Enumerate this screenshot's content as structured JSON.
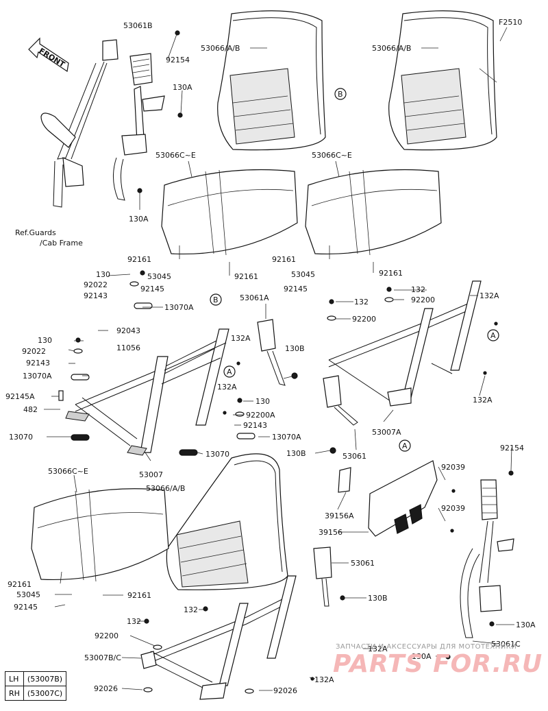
{
  "figure_code": "F2510",
  "front_label": "FRONT",
  "reference_note": [
    "Ref.Guards",
    "/Cab Frame"
  ],
  "labels": {
    "p53061B": "53061B",
    "p92154_top": "92154",
    "p130A_1": "130A",
    "p130A_2": "130A",
    "p53066_1": "53066/A/B",
    "p53066_2": "53066/A/B",
    "p53066_3": "53066/A/B",
    "callout_B_1": "B",
    "callout_B_2": "B",
    "callout_A_1": "A",
    "callout_A_2": "A",
    "callout_A_3": "A",
    "p53066C_1": "53066C~E",
    "p53066C_2": "53066C~E",
    "p53066C_3": "53066C~E",
    "p92161_1": "92161",
    "p92161_2": "92161",
    "p92161_3": "92161",
    "p92161_4": "92161",
    "p92161_5": "92161",
    "p92161_6": "92161",
    "p130_1": "130",
    "p92022_1": "92022",
    "p92143_1": "92143",
    "p53045_1": "53045",
    "p92145_1": "92145",
    "p53045_2": "53045",
    "p92145_2": "92145",
    "p53045_3": "53045",
    "p92145_3": "92145",
    "p13070A_1": "13070A",
    "p53061A": "53061A",
    "p132_1": "132",
    "p92200_1": "92200",
    "p132_2": "132",
    "p92200_2": "92200",
    "p132A_1": "132A",
    "p132A_2": "132A",
    "p132A_3": "132A",
    "p132A_4": "132A",
    "p132A_5": "132A",
    "p132A_6": "132A",
    "p92043": "92043",
    "p130_2": "130",
    "p11056": "11056",
    "p92022_2": "92022",
    "p92143_2": "92143",
    "p13070A_2": "13070A",
    "p130B_1": "130B",
    "p130B_2": "130B",
    "p130B_3": "130B",
    "p92145A": "92145A",
    "p482": "482",
    "p130_3": "130",
    "p92200A": "92200A",
    "p92143_3": "92143",
    "p13070A_3": "13070A",
    "p13070_1": "13070",
    "p13070_2": "13070",
    "p53007": "53007",
    "p53007A": "53007A",
    "p53061_1": "53061",
    "p53061_2": "53061",
    "p92039_1": "92039",
    "p92039_2": "92039",
    "p92154_2": "92154",
    "p39156A": "39156A",
    "p39156": "39156",
    "p130A_3": "130A",
    "p53061C": "53061C",
    "p130A_4": "130A",
    "p132_3": "132",
    "p132_4": "132",
    "p92200_3": "92200",
    "p53007BC": "53007B/C",
    "p92026_1": "92026",
    "p92026_2": "92026"
  },
  "side_table": [
    {
      "side": "LH",
      "part": "(53007B)"
    },
    {
      "side": "RH",
      "part": "(53007C)"
    }
  ],
  "watermark": {
    "tagline": "ЗАПЧАСТИ И АКСЕССУАРЫ ДЛЯ МОТОТЕХНИКИ",
    "logo": "PARTS FOR.RU"
  }
}
